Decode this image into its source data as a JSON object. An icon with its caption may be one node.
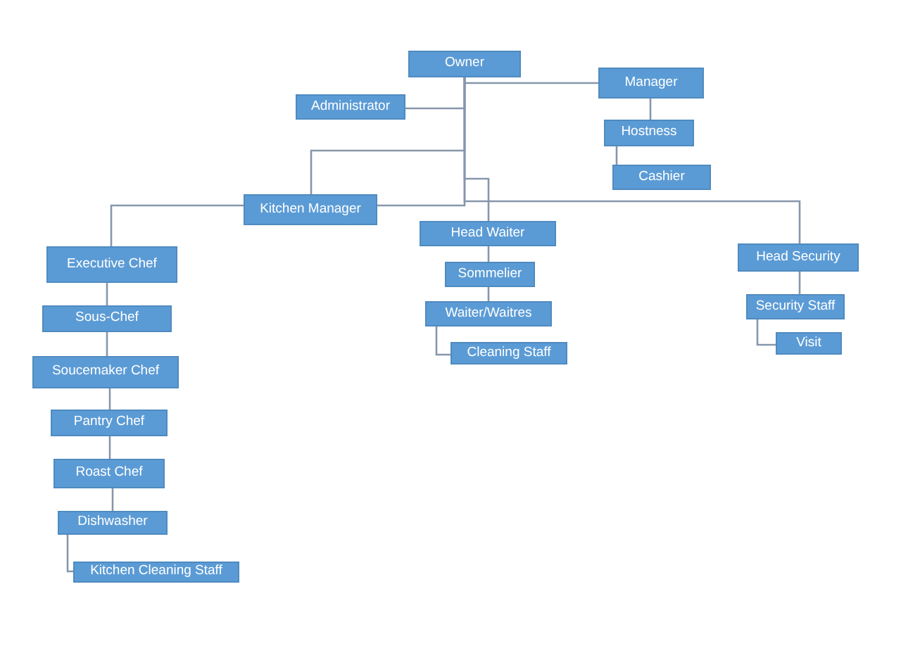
{
  "diagram": {
    "nodes": [
      {
        "text": [
          "Owner"
        ]
      },
      {
        "text": [
          "Manager"
        ]
      },
      {
        "text": [
          "Administrator"
        ]
      },
      {
        "text": [
          "Hostness"
        ]
      },
      {
        "text": [
          "Cashier"
        ]
      },
      {
        "text": [
          "Kitchen Manager"
        ]
      },
      {
        "text": [
          "Head Waiter"
        ]
      },
      {
        "text": [
          "Head Security"
        ]
      },
      {
        "text": [
          "Executive Chef"
        ]
      },
      {
        "text": [
          "Sommelier"
        ]
      },
      {
        "text": [
          "Security Staff"
        ]
      },
      {
        "text": [
          "Sous-Chef"
        ]
      },
      {
        "text": [
          "Waiter/Waitres"
        ]
      },
      {
        "text": [
          "Visit"
        ]
      },
      {
        "text": [
          "Cleaning Staff"
        ]
      },
      {
        "text": [
          "Soucemaker Chef"
        ]
      },
      {
        "text": [
          "Pantry Chef"
        ]
      },
      {
        "text": [
          "Roast Chef"
        ]
      },
      {
        "text": [
          "Dishwasher"
        ]
      },
      {
        "text": [
          "Kitchen Cleaning Staff"
        ]
      }
    ],
    "edges": [
      {
        "from": 0,
        "to": 2,
        "arrow": "none"
      },
      {
        "from": 0,
        "to": 1,
        "arrow": "none"
      },
      {
        "from": 0,
        "to": 5,
        "arrow": "none"
      },
      {
        "from": 0,
        "to": 5,
        "arrow": "none"
      },
      {
        "from": 0,
        "to": 6,
        "arrow": "none"
      },
      {
        "from": 0,
        "to": 7,
        "arrow": "none"
      },
      {
        "from": 5,
        "to": 8,
        "arrow": "none"
      },
      {
        "from": 1,
        "to": 3,
        "arrow": "none"
      },
      {
        "from": 3,
        "to": 4,
        "arrow": "none"
      },
      {
        "from": 6,
        "to": 9,
        "arrow": "none"
      },
      {
        "from": 9,
        "to": 12,
        "arrow": "none"
      },
      {
        "from": 12,
        "to": 14,
        "arrow": "none"
      },
      {
        "from": 7,
        "to": 10,
        "arrow": "none"
      },
      {
        "from": 10,
        "to": 13,
        "arrow": "none"
      },
      {
        "from": 8,
        "to": 11,
        "arrow": "none"
      },
      {
        "from": 11,
        "to": 15,
        "arrow": "none"
      },
      {
        "from": 15,
        "to": 16,
        "arrow": "none"
      },
      {
        "from": 16,
        "to": 17,
        "arrow": "none"
      },
      {
        "from": 17,
        "to": 18,
        "arrow": "none"
      },
      {
        "from": 18,
        "to": 19,
        "arrow": "none"
      }
    ]
  }
}
